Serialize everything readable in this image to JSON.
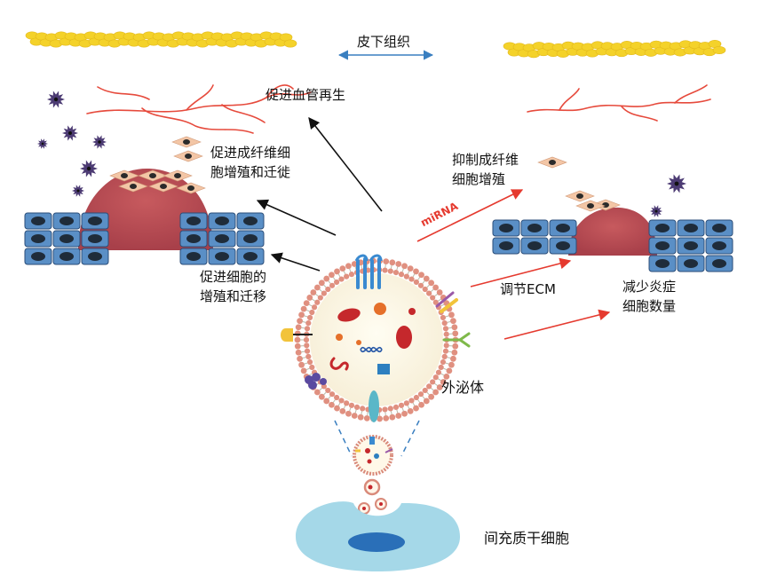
{
  "labels": {
    "subcutaneous": "皮下组织",
    "angiogenesis": "促进血管再生",
    "fibro_promote_1": "促进成纤维细",
    "fibro_promote_2": "胞增殖和迁徙",
    "cell_promote_1": "促进细胞的",
    "cell_promote_2": "增殖和迁移",
    "fibro_inhibit_1": "抑制成纤维",
    "fibro_inhibit_2": "细胞增殖",
    "mirna": "miRNA",
    "ecm": "调节ECM",
    "inflam_1": "减少炎症",
    "inflam_2": "细胞数量",
    "exosome": "外泌体",
    "msc": "间充质干细胞"
  },
  "colors": {
    "fat": "#f4d22a",
    "vessel": "#e64a3c",
    "wound": "#b24a4f",
    "cell_fill": "#5a8fc6",
    "cell_nucleus": "#1f2c3a",
    "fibroblast": "#f3c6a6",
    "inflam_cell": "#4c3b73",
    "msc": "#9ad2e4",
    "membrane_head": "#e09080",
    "red_arrow": "#e53a2f"
  }
}
